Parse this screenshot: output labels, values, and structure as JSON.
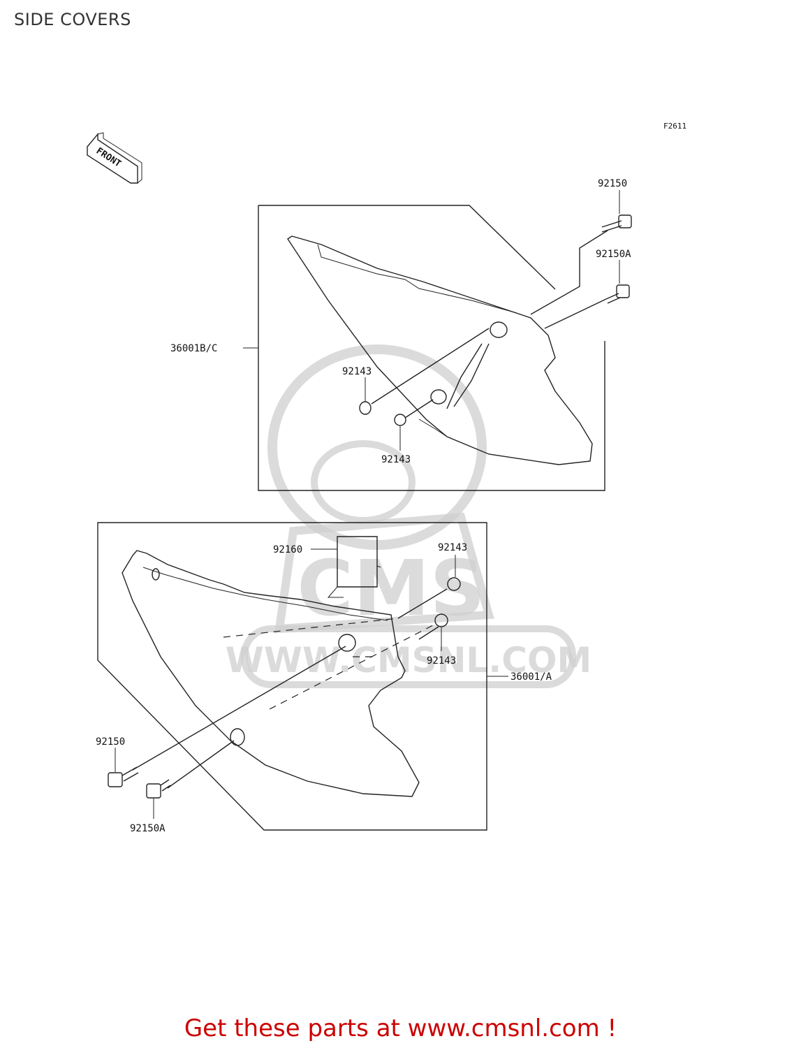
{
  "page": {
    "title": "SIDE COVERS",
    "figure_ref": "F2611"
  },
  "direction_marker": {
    "label": "FRONT"
  },
  "watermark": {
    "text": "WWW.CMSNL.COM",
    "logo_text": "CMS"
  },
  "parts": {
    "upper_cover": "36001B/C",
    "lower_cover": "36001/A",
    "bolt_upper_a": "92150",
    "bolt_upper_b": "92150A",
    "grommet_upper_1": "92143",
    "grommet_upper_2": "92143",
    "pad": "92160",
    "grommet_lower_1": "92143",
    "grommet_lower_2": "92143",
    "bolt_lower_a": "92150",
    "bolt_lower_b": "92150A"
  },
  "footer": {
    "cta_text": "Get these parts at www.cmsnl.com !"
  },
  "colors": {
    "cta": "#cc0000",
    "line": "#222222",
    "watermark": "#cfcfcf"
  }
}
